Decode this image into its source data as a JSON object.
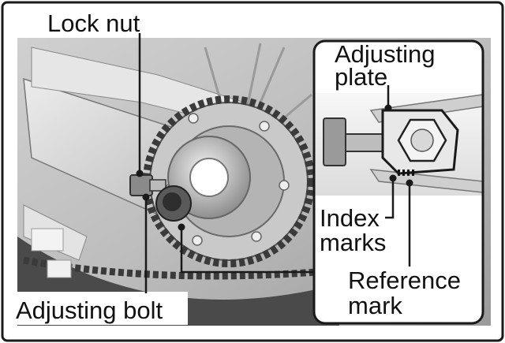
{
  "labels": {
    "lock_nut": "Lock nut",
    "adjusting_plate_line1": "Adjusting",
    "adjusting_plate_line2": "plate",
    "index_marks_line1": "Index",
    "index_marks_line2": "marks",
    "reference_mark_line1": "Reference",
    "reference_mark_line2": "mark",
    "adjusting_bolt": "Adjusting bolt"
  }
}
